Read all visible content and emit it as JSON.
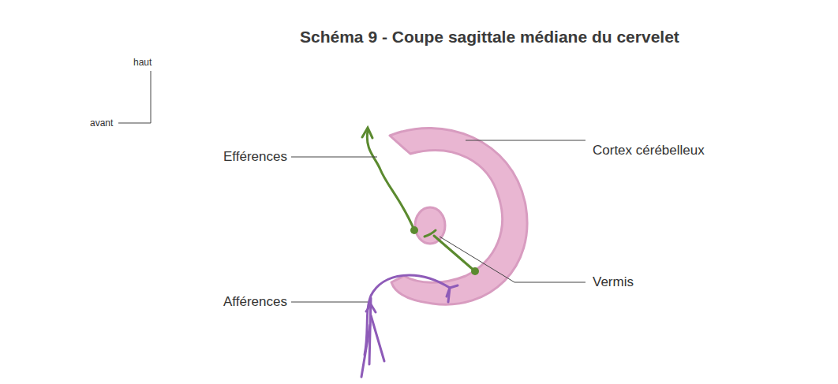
{
  "diagram": {
    "title": "Schéma 9 - Coupe sagittale médiane du cervelet",
    "labels": [
      "haut",
      "avant",
      "Efférences",
      "Cortex cérébelleux",
      "Vermis",
      "Afférences"
    ]
  }
}
